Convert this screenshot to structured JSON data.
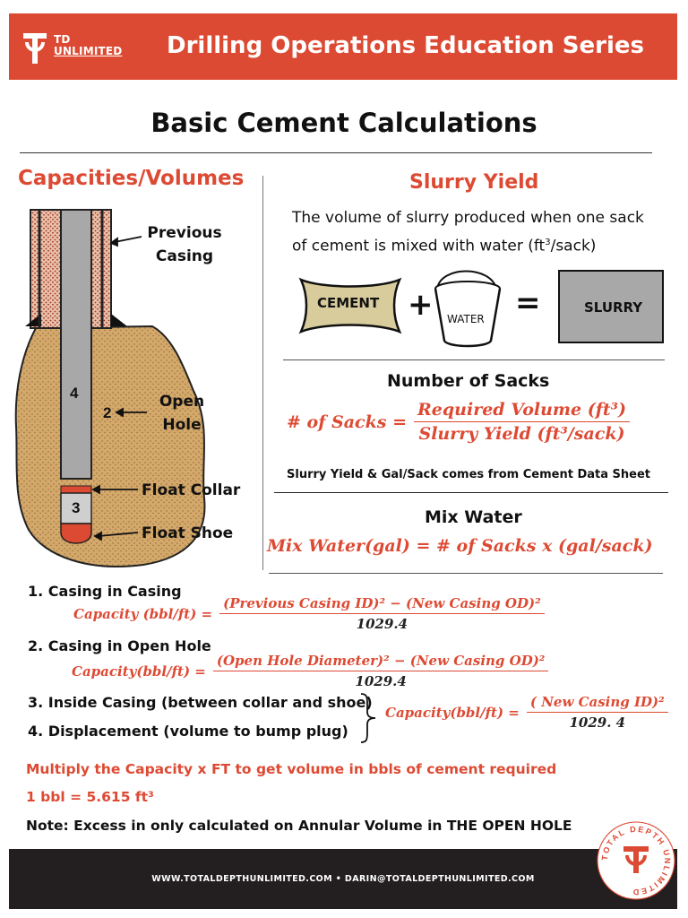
{
  "header": {
    "brand_line1": "TD",
    "brand_line2": "UNLIMITED",
    "series_title": "Drilling Operations Education Series",
    "accent_color": "#dd4a33"
  },
  "main_title": "Basic Cement Calculations",
  "left": {
    "heading": "Capacities/Volumes",
    "labels": {
      "previous_casing_1": "Previous",
      "previous_casing_2": "Casing",
      "open_hole_1": "Open",
      "open_hole_2": "Hole",
      "float_collar": "Float Collar",
      "float_shoe": "Float Shoe",
      "num_2": "2",
      "num_3": "3",
      "num_4": "4"
    }
  },
  "right": {
    "slurry_heading": "Slurry Yield",
    "slurry_desc_1": "The volume of slurry produced when one sack",
    "slurry_desc_2a": "of cement is mixed with water  (ft",
    "slurry_desc_2sup": "3",
    "slurry_desc_2b": "/sack)",
    "cement_label": "CEMENT",
    "plus": "+",
    "water_label": "WATER",
    "equals": "=",
    "slurry_label": "SLURRY",
    "sacks_heading": "Number of Sacks",
    "sacks_lhs": "# of Sacks =",
    "sacks_num": "Required Volume (ft³)",
    "sacks_den": "Slurry Yield (ft³/sack)",
    "sacks_note": "Slurry Yield & Gal/Sack comes from Cement Data Sheet",
    "mix_heading": "Mix Water",
    "mix_formula": "Mix Water(gal) = # of Sacks x (gal/sack)"
  },
  "list": {
    "item1": "1. Casing in Casing",
    "f1_lhs": "Capacity (bbl/ft) =",
    "f1_num": "(Previous Casing ID)² − (New Casing OD)²",
    "f1_den": "1029.4",
    "item2": "2. Casing in Open Hole",
    "f2_lhs": "Capacity(bbl/ft) =",
    "f2_num": "(Open Hole Diameter)² − (New Casing OD)²",
    "f2_den": "1029.4",
    "item3": "3. Inside Casing (between collar and shoe)",
    "item4": "4. Displacement (volume to bump plug)",
    "f3_lhs": "Capacity(bbl/ft) =",
    "f3_num": "( New Casing ID)²",
    "f3_den": "1029. 4"
  },
  "notes": {
    "multiply": "Multiply the Capacity x FT to get volume in bbls of cement required",
    "bbl": "1 bbl = 5.615 ft³",
    "excess": "Note: Excess in only calculated on Annular Volume in THE OPEN HOLE"
  },
  "footer": {
    "contact": "WWW.TOTALDEPTHUNLIMITED.COM •  DARIN@TOTALDEPTHUNLIMITED.COM",
    "seal_text": "TOTAL DEPTH UNLIMITED"
  }
}
